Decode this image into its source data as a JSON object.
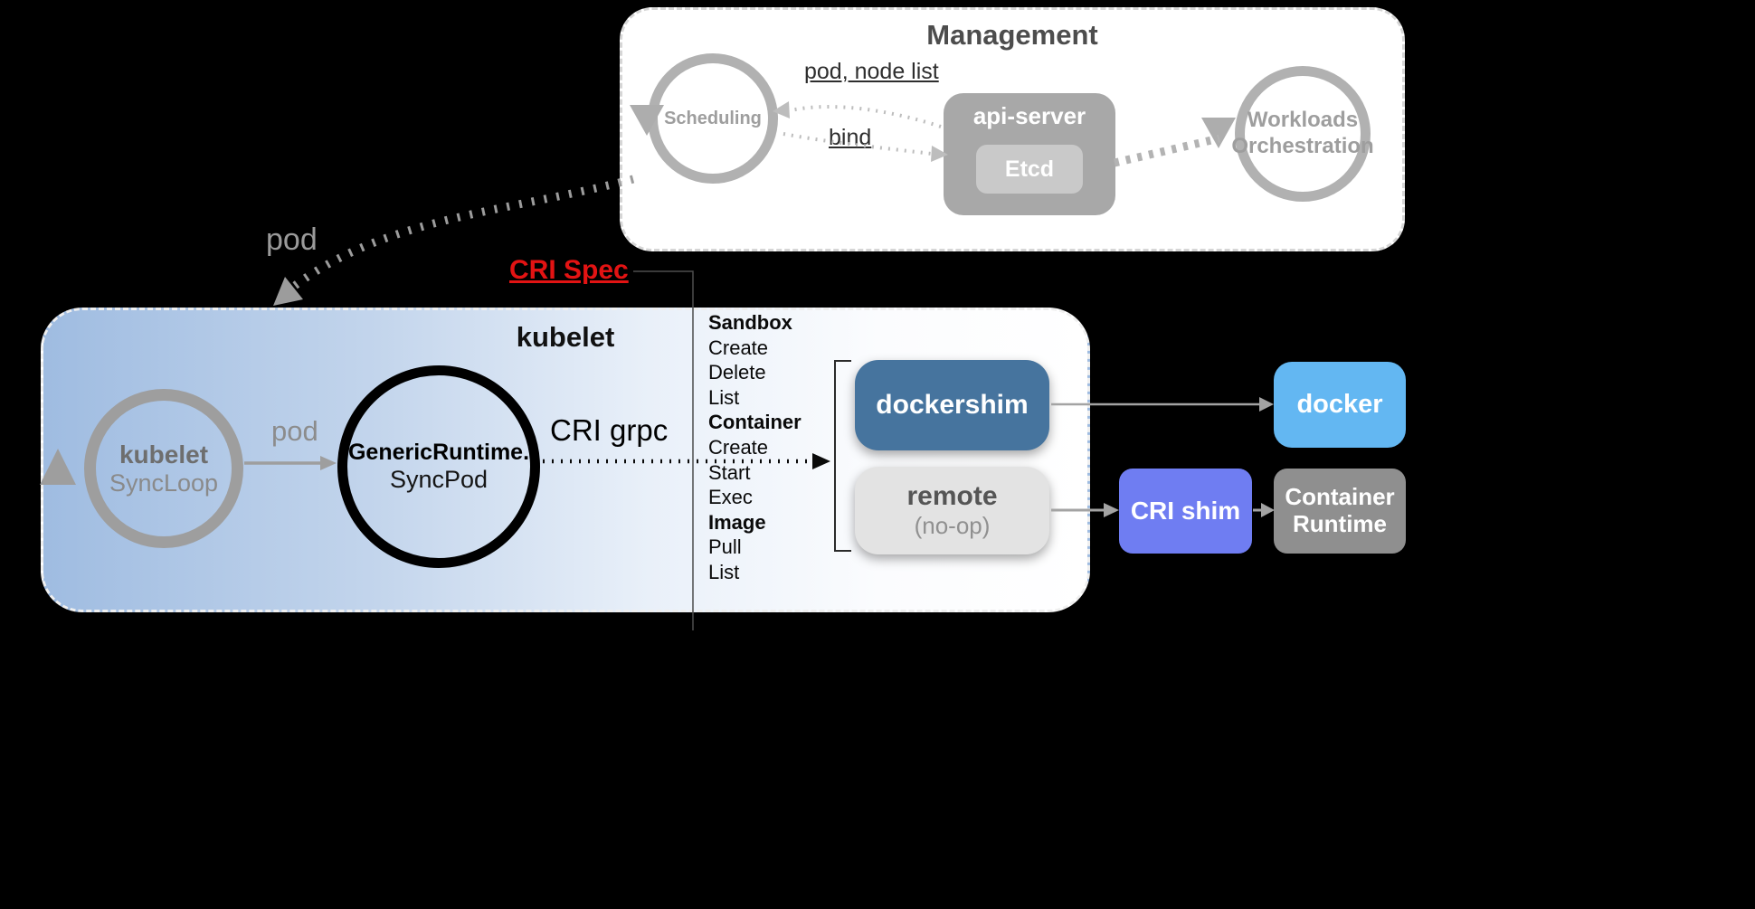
{
  "colors": {
    "dockershim": "#46749e",
    "docker": "#63b7f2",
    "remote_box": "#e3e3e3",
    "cri_shim": "#6f7df2",
    "container_runtime": "#8f8f8f",
    "cri_spec_red": "#e21313",
    "kubelet_box_blue": "#9fbce1"
  },
  "management": {
    "title": "Management",
    "scheduling": "Scheduling",
    "pod_node_list": "pod, node list",
    "bind": "bind",
    "api_server": "api-server",
    "etcd": "Etcd",
    "workloads_line1": "Workloads",
    "workloads_line2": "Orchestration"
  },
  "flow": {
    "pod_curved_label": "pod",
    "cri_spec": "CRI Spec"
  },
  "kubelet": {
    "title": "kubelet",
    "syncloop_line1": "kubelet",
    "syncloop_line2": "SyncLoop",
    "pod_label": "pod",
    "generic_runtime_line1": "GenericRuntime.",
    "generic_runtime_line2": "SyncPod",
    "cri_grpc": "CRI grpc"
  },
  "cri_ops": [
    "Sandbox",
    "Create",
    "Delete",
    "List",
    "Container",
    "Create",
    "Start",
    "Exec",
    "Image",
    "Pull",
    "List"
  ],
  "runtime": {
    "dockershim": "dockershim",
    "docker": "docker",
    "remote_line1": "remote",
    "remote_line2": "(no-op)",
    "cri_shim": "CRI shim",
    "container_runtime_line1": "Container",
    "container_runtime_line2": "Runtime"
  }
}
